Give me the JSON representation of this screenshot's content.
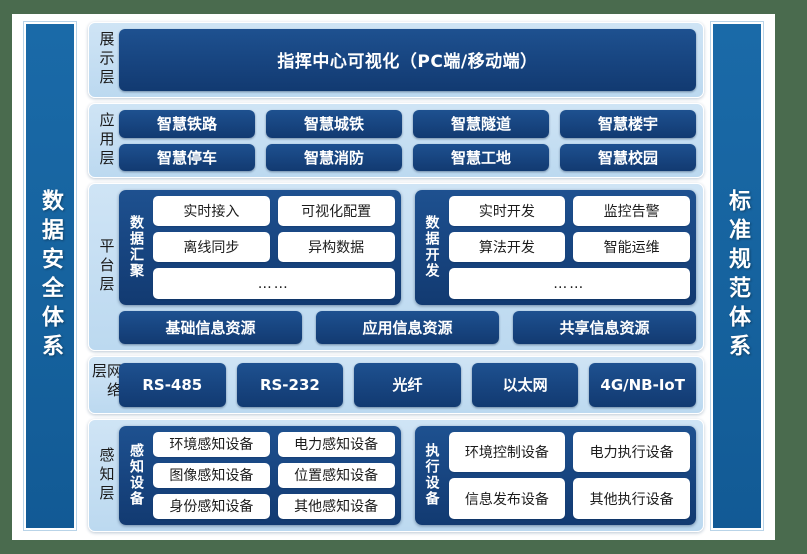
{
  "colors": {
    "page_background": "#4a6b4e",
    "canvas": "#ffffff",
    "side_bar_blue": "#16639f",
    "layer_light_blue": "#c6dff2",
    "box_dark_blue": "#17447f",
    "box_white": "#ffffff"
  },
  "side_bars": {
    "left": {
      "label": "数据安全体系"
    },
    "right": {
      "label": "标准规范体系"
    }
  },
  "layers": [
    {
      "id": "presentation",
      "label": "展示层",
      "banner": "指挥中心可视化（PC端/移动端）"
    },
    {
      "id": "application",
      "label": "应用层",
      "rows": [
        [
          "智慧铁路",
          "智慧城铁",
          "智慧隧道",
          "智慧楼宇"
        ],
        [
          "智慧停车",
          "智慧消防",
          "智慧工地",
          "智慧校园"
        ]
      ]
    },
    {
      "id": "platform",
      "label": "平台层",
      "groups": [
        {
          "title": "数据汇聚",
          "rows": [
            [
              "实时接入",
              "可视化配置"
            ],
            [
              "离线同步",
              "异构数据"
            ]
          ],
          "ellipsis": "……"
        },
        {
          "title": "数据开发",
          "rows": [
            [
              "实时开发",
              "监控告警"
            ],
            [
              "算法开发",
              "智能运维"
            ]
          ],
          "ellipsis": "……"
        }
      ],
      "resources": [
        "基础信息资源",
        "应用信息资源",
        "共享信息资源"
      ]
    },
    {
      "id": "network",
      "label": "网络层",
      "items": [
        "RS-485",
        "RS-232",
        "光纤",
        "以太网",
        "4G/NB-IoT"
      ]
    },
    {
      "id": "perception",
      "label": "感知层",
      "groups": [
        {
          "title": "感知设备",
          "rows": [
            [
              "环境感知设备",
              "电力感知设备"
            ],
            [
              "图像感知设备",
              "位置感知设备"
            ],
            [
              "身份感知设备",
              "其他感知设备"
            ]
          ]
        },
        {
          "title": "执行设备",
          "rows": [
            [
              "环境控制设备",
              "电力执行设备"
            ],
            [
              "信息发布设备",
              "其他执行设备"
            ]
          ]
        }
      ]
    }
  ]
}
